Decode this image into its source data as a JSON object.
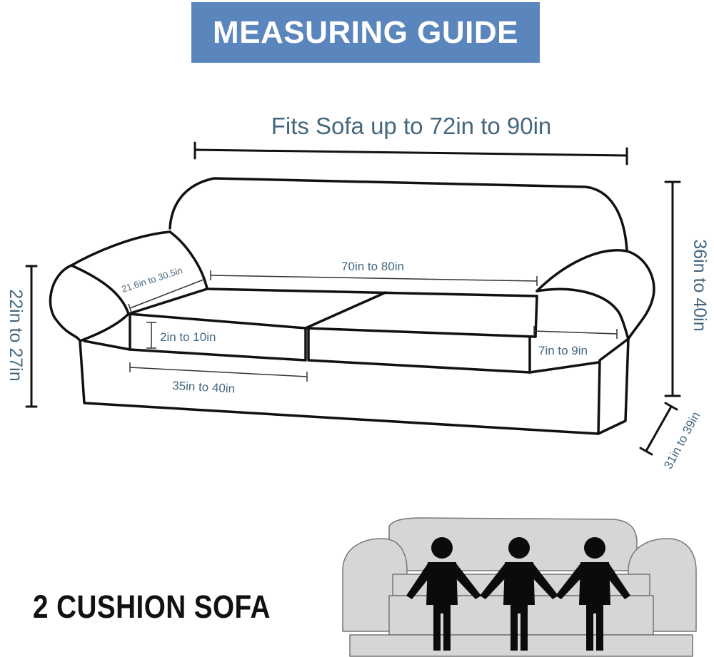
{
  "banner": {
    "title": "MEASURING GUIDE",
    "color": "#5b85bd"
  },
  "dimensions": {
    "overall_width": "Fits Sofa up to 72in to 90in",
    "back_width": "70in to 80in",
    "arm_depth": "21.6in to 30.5in",
    "arm_height": "22in to 27in",
    "back_height": "36in to 40in",
    "cushion_thickness": "2in to 10in",
    "cushion_width": "35in to 40in",
    "arm_width": "7in to 9in",
    "seat_depth": "31in to 39in"
  },
  "label": {
    "cushion_type": "2 CUSHION SOFA"
  },
  "colors": {
    "dimension_text": "#44677f",
    "outline": "#111111",
    "illustration_sofa": "#d6d6d6"
  },
  "icons": [
    "sofa-outline-icon",
    "person-icon"
  ]
}
